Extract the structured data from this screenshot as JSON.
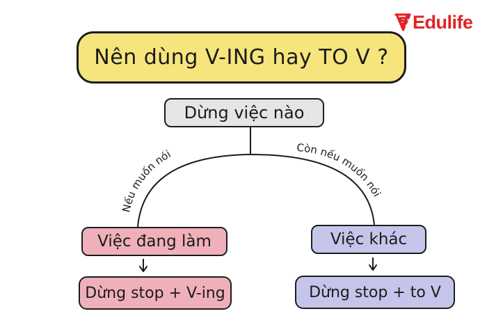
{
  "brand": {
    "name": "Edulife",
    "color": "#e32326"
  },
  "diagram": {
    "title": "Nên dùng V-ING hay TO V  ?",
    "question": "Dừng việc nào",
    "branches": {
      "left": {
        "label": "Nếu muốn nói",
        "option": "Việc đang làm",
        "result": "Dừng stop + V-ing"
      },
      "right": {
        "label": "Còn nếu muốn nói",
        "option": "Việc khác",
        "result": "Dừng stop + to V"
      }
    }
  },
  "colors": {
    "title_fill": "#f6e57d",
    "question_fill": "#e5e5e5",
    "left_fill": "#f0b0bb",
    "right_fill": "#c5c5eb",
    "stroke": "#1c1c1c"
  }
}
